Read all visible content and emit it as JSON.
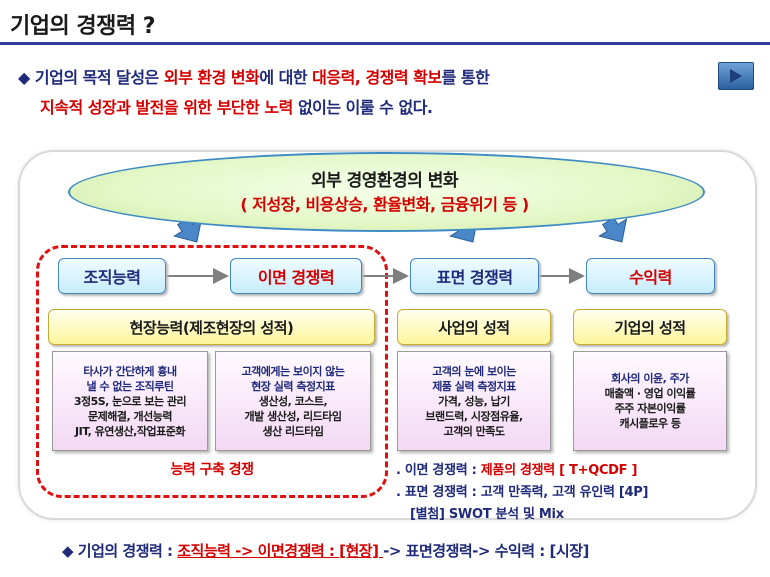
{
  "title": "기업의 경쟁력 ?",
  "intro": {
    "line1": {
      "a": "기업의 목적 달성은 ",
      "b": "외부 환경 변화",
      "c": "에 대한 ",
      "d": "대응력, 경쟁력 확보",
      "e": "를 통한"
    },
    "line2": {
      "a": "지속적 성장과 발전을 위한 부단한 노력",
      "b": " 없이는 이룰 수 없다."
    }
  },
  "oval": {
    "line1": "외부 경영환경의 변화",
    "line2": "( 저성장, 비용상승, 환율변화, 금융위기 등 )"
  },
  "flow": {
    "org": "조직능력",
    "hidden": "이면 경쟁력",
    "surface": "표면 경쟁력",
    "profit": "수익력"
  },
  "results": {
    "field": "현장능력(제조현장의 성적)",
    "business": "사업의 성적",
    "company": "기업의 성적"
  },
  "details": {
    "routine": [
      "타사가 간단하게 흉내",
      "낼 수 없는 조직루틴",
      "3정5S, 눈으로 보는 관리",
      "문제해결, 개선능력",
      "JIT, 유연생산,작업표준화"
    ],
    "hidden": [
      "고객에게는 보이지 않는",
      "현장 실력 측정지표",
      "생산성, 코스트,",
      "개발 생산성, 리드타임",
      "생산 리드타임"
    ],
    "surface": [
      "고객의 눈에 보이는",
      "제품 실력 측정지표",
      "가격, 성능, 납기",
      "브랜드력, 시장점유율,",
      "고객의 만족도"
    ],
    "profit": [
      "회사의 이윤, 주가",
      "매출액 · 영업 이익률",
      "주주 자본이익률",
      "캐시플로우 등"
    ]
  },
  "capability_label": "능력 구축 경쟁",
  "notes": [
    {
      "label": ". 이면 경쟁력 : ",
      "value": "제품의 경쟁력 [ T+QCDF ]"
    },
    {
      "label": ". 표면 경쟁력 : ",
      "value": "고객 만족력, 고객 유인력 [4P]"
    },
    {
      "label": "[별첨]  ",
      "value": "SWOT 분석 및 Mix"
    }
  ],
  "summary": {
    "a": "기업의 경쟁력 : ",
    "b": "조직능력 -> 이면경쟁력 : [현장] ",
    "c": "-> 표면경쟁력-> 수익력 : [시장]"
  },
  "colors": {
    "navy": "#1f2a7a",
    "red": "#d40000",
    "box_blue_border": "#3f86c2",
    "box_yellow": "#fdf59a",
    "box_pink": "#f3d8f4",
    "arrow_blue": "#4a86c8"
  },
  "icons": {
    "bullet": "diamond-bullet-icon",
    "play": "play-triangle-icon"
  }
}
